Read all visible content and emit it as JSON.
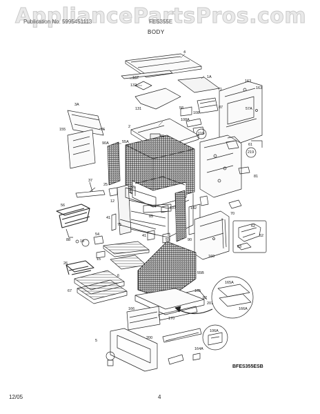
{
  "watermark": "AppliancePartsPros.com",
  "header": {
    "left_text": "Publication No. 5995451113",
    "model": "FES355E",
    "section": "BODY"
  },
  "model_code": "BFES355ESB",
  "footer": {
    "date": "12/05",
    "page": "4"
  },
  "part_numbers": [
    "4",
    "1A",
    "163",
    "162",
    "132",
    "71",
    "163",
    "131",
    "87",
    "57A",
    "58",
    "108",
    "108A",
    "155",
    "76",
    "2",
    "89",
    "119",
    "61",
    "3A",
    "90A",
    "55A",
    "219",
    "37",
    "25",
    "55",
    "81",
    "12",
    "56",
    "85",
    "137",
    "142",
    "70",
    "41",
    "75",
    "90",
    "62",
    "52",
    "63",
    "88",
    "16",
    "54",
    "41",
    "59",
    "15",
    "160",
    "26",
    "55B",
    "165A",
    "6",
    "82",
    "165",
    "67",
    "201",
    "166A",
    "166",
    "170",
    "106A",
    "200",
    "5",
    "164A"
  ]
}
